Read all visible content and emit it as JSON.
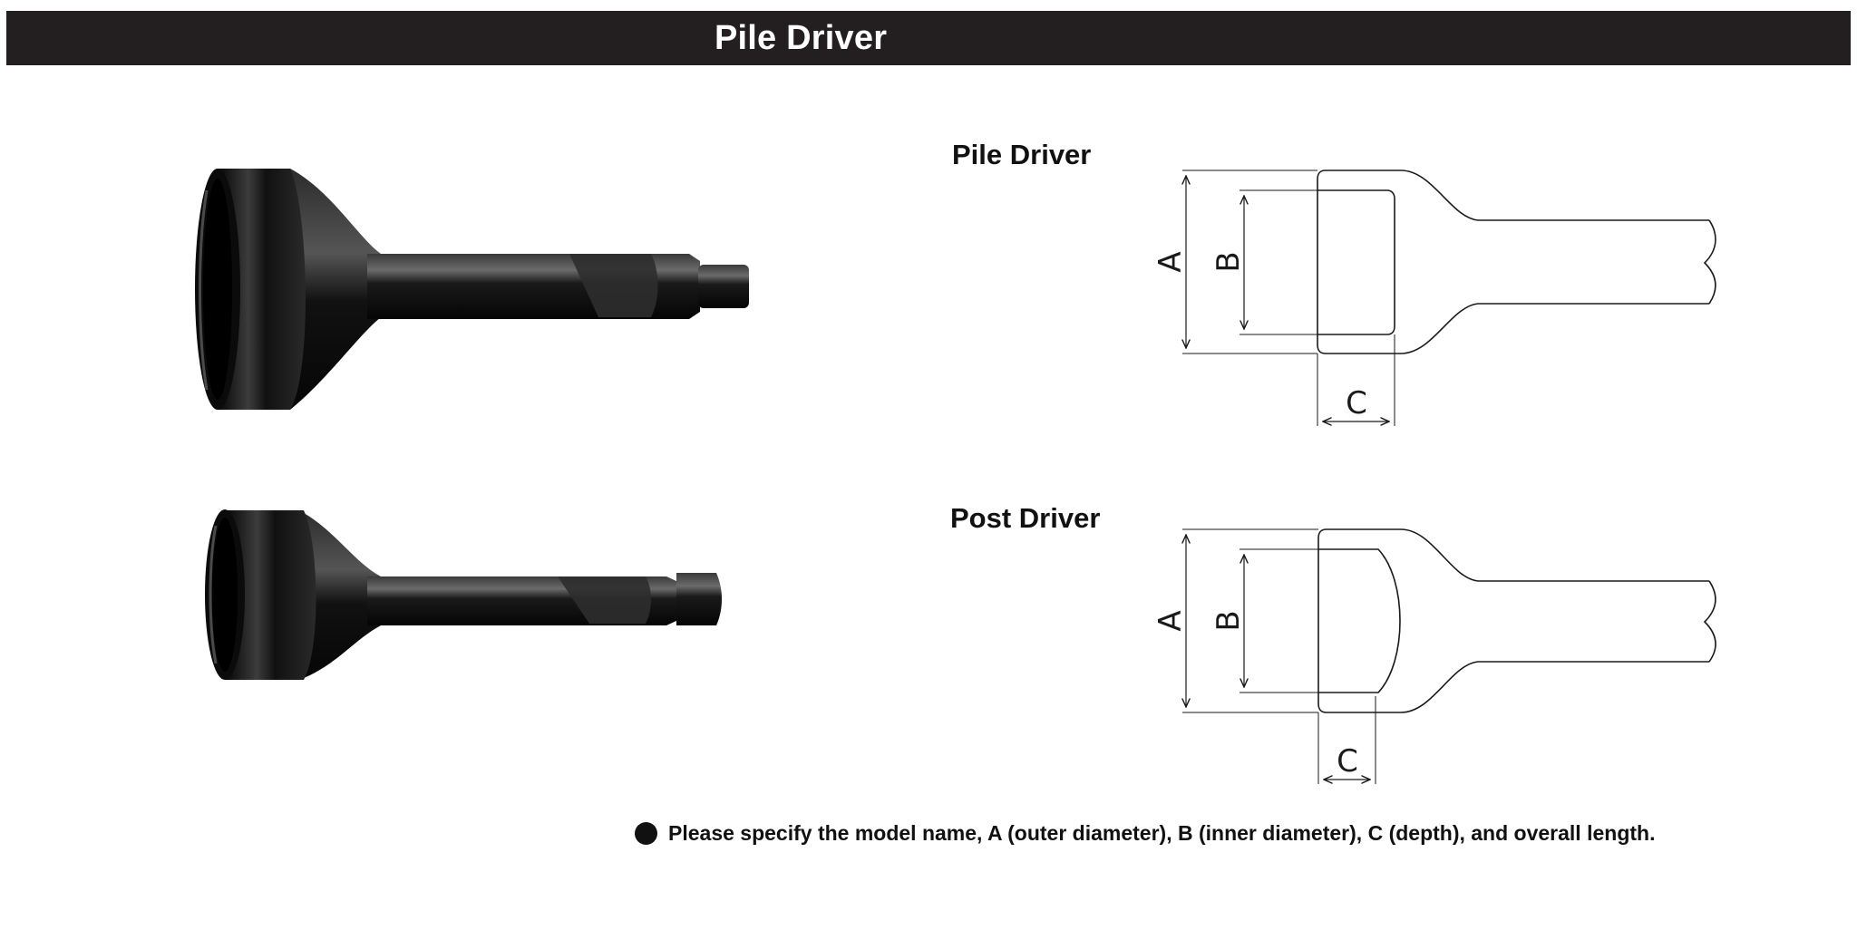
{
  "header": {
    "title": "Pile Driver"
  },
  "diagrams": [
    {
      "label": "Pile Driver",
      "dim_a": "A",
      "dim_b": "B",
      "dim_c": "C"
    },
    {
      "label": "Post Driver",
      "dim_a": "A",
      "dim_b": "B",
      "dim_c": "C"
    }
  ],
  "note": {
    "text": "Please specify the model name, A (outer diameter), B (inner diameter), C (depth), and overall length."
  },
  "colors": {
    "banner": "#231f20",
    "tool": "#141414",
    "line": "#1a1a1a"
  }
}
